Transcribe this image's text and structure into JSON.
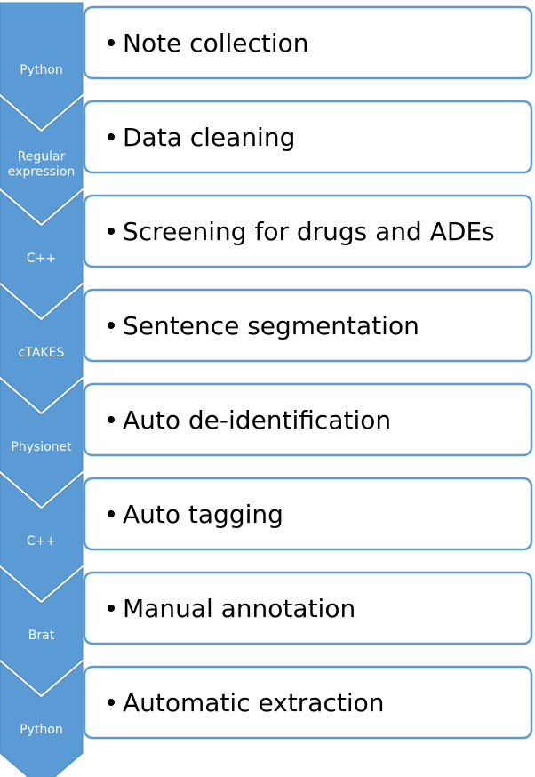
{
  "steps": [
    {
      "tool": [
        "Python"
      ],
      "text": "Note collection"
    },
    {
      "tool": [
        "Regular",
        "expression"
      ],
      "text": "Data cleaning"
    },
    {
      "tool": [
        "C++"
      ],
      "text": "Screening for drugs and ADEs"
    },
    {
      "tool": [
        "cTAKES"
      ],
      "text": "Sentence segmentation"
    },
    {
      "tool": [
        "Physionet"
      ],
      "text": "Auto de-identification"
    },
    {
      "tool": [
        "C++"
      ],
      "text": "Auto tagging"
    },
    {
      "tool": [
        "Brat"
      ],
      "text": "Manual annotation"
    },
    {
      "tool": [
        "Python"
      ],
      "text": "Automatic extraction"
    }
  ],
  "colors": {
    "chevron_fill": "#5b9bd5",
    "chevron_stroke": "#4a86bf",
    "box_border": "#5b9bd5",
    "label_text": "#ffffff",
    "step_text": "#000000"
  }
}
